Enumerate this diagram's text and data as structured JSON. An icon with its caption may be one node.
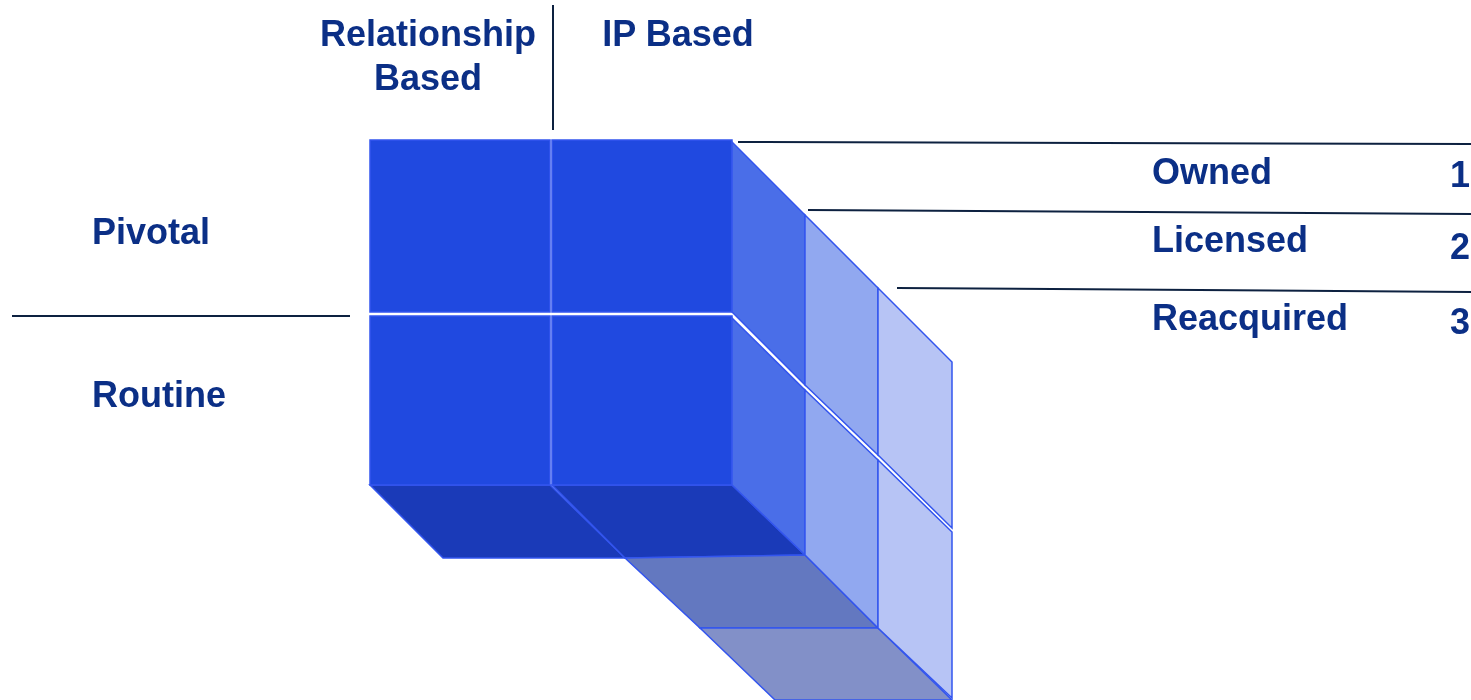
{
  "diagram": {
    "labels": [
      "Relationship Based",
      "IP Based",
      "Pivotal",
      "Owned",
      "1",
      "Licensed",
      "2",
      "Reacquired",
      "3",
      "Routine"
    ]
  }
}
